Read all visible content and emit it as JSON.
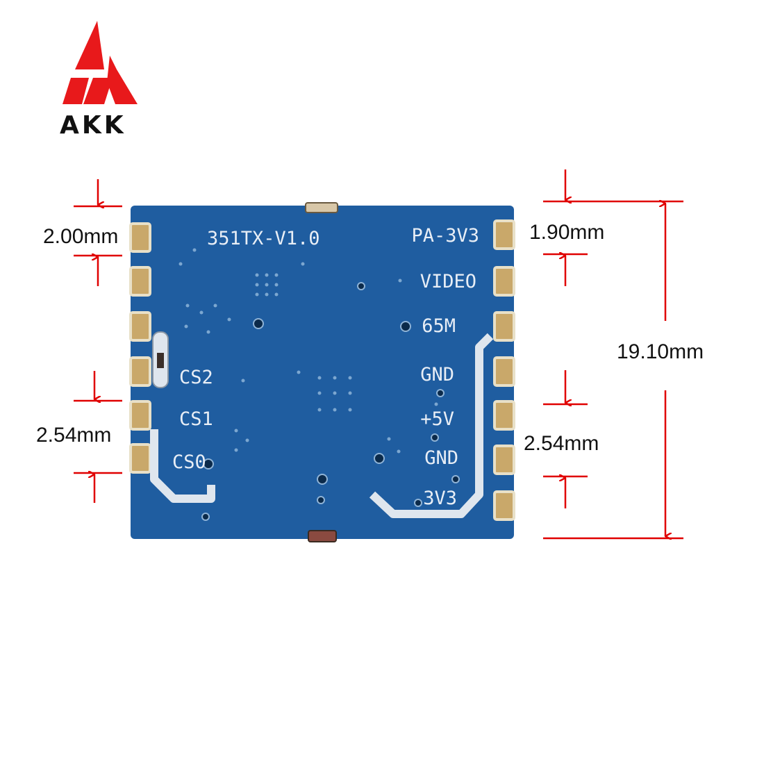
{
  "brand": {
    "name": "AKK",
    "accent_color": "#e8191b"
  },
  "board": {
    "title": "351TX-V1.0",
    "pcb_color": "#1f5da0",
    "pin_labels_right": [
      "PA-3V3",
      "VIDEO",
      "65M",
      "GND",
      "+5V",
      "GND",
      "3V3"
    ],
    "pin_labels_left": [
      "CS2",
      "CS1",
      "CS0"
    ]
  },
  "dimensions": {
    "left_top": "2.00mm",
    "left_bottom": "2.54mm",
    "right_top": "1.90mm",
    "right_bottom": "2.54mm",
    "overall_height": "19.10mm",
    "line_color": "#e00000"
  }
}
